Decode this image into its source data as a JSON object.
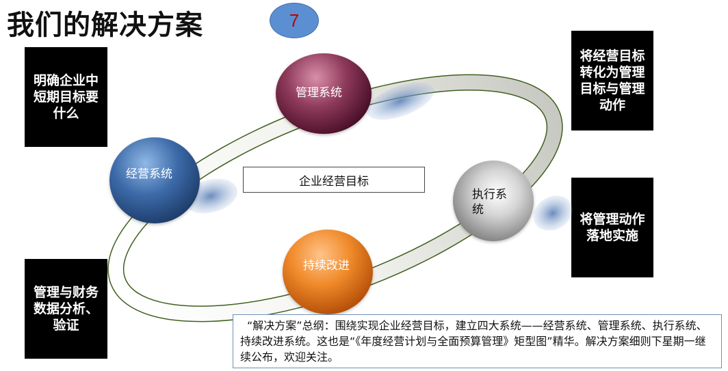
{
  "title": "我们的解决方案",
  "page_number": "7",
  "notes": {
    "top_left": "明确企业中短期目标要什么",
    "top_right": "将经营目标转化为管理目标与管理动作",
    "middle_right": "将管理动作落地实施",
    "bottom_left": "管理与财务数据分析、验证"
  },
  "center_goal": "企业经营目标",
  "systems": {
    "management": "管理系统",
    "operations": "经营系统",
    "execution": "执行系统",
    "improvement": "持续改进"
  },
  "summary": "“解决方案”总纲：围绕实现企业经营目标，建立四大系统——经营系统、管理系统、执行系统、持续改进系统。这也是“《年度经营计划与全面预算管理》矩型图”精华。解决方案细则下星期一继续公布，欢迎关注。",
  "colors": {
    "ring": "#3f5e1d",
    "badge": "#5b8fd2",
    "badge_text": "#c00000",
    "management": "#6a1f3f",
    "operations": "#2f5a8f",
    "execution": "#a5a5a5",
    "improvement": "#e6761b"
  }
}
